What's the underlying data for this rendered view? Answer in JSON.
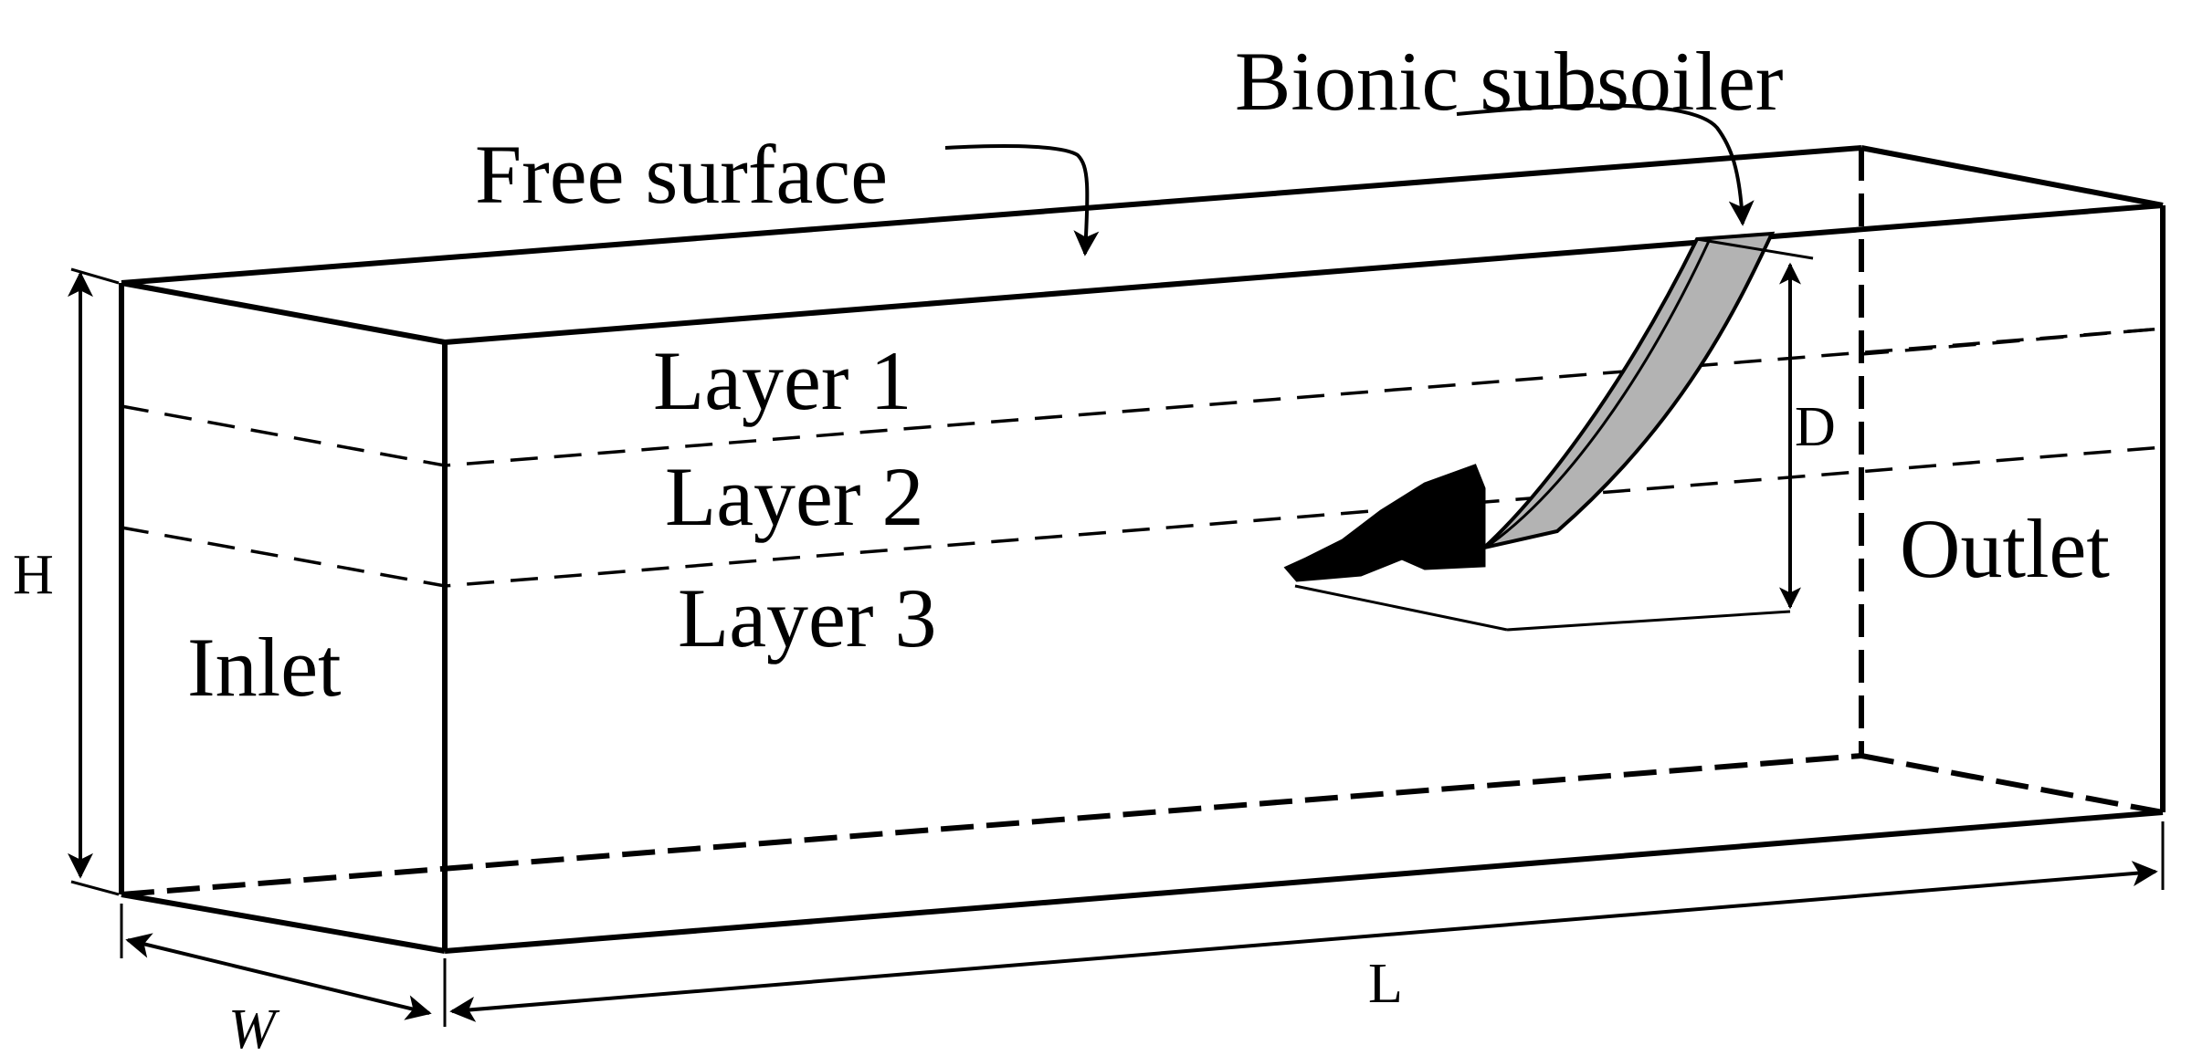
{
  "labels": {
    "free_surface": "Free surface",
    "bionic_subsoiler": "Bionic subsoiler",
    "layer1": "Layer 1",
    "layer2": "Layer 2",
    "layer3": "Layer 3",
    "inlet": "Inlet",
    "outlet": "Outlet",
    "dim_h": "H",
    "dim_d": "D",
    "dim_w": "W",
    "dim_l": "L"
  },
  "colors": {
    "line": "#000000",
    "shank_fill": "#b3b3b3",
    "tip_fill": "#000000",
    "background": "#ffffff"
  }
}
